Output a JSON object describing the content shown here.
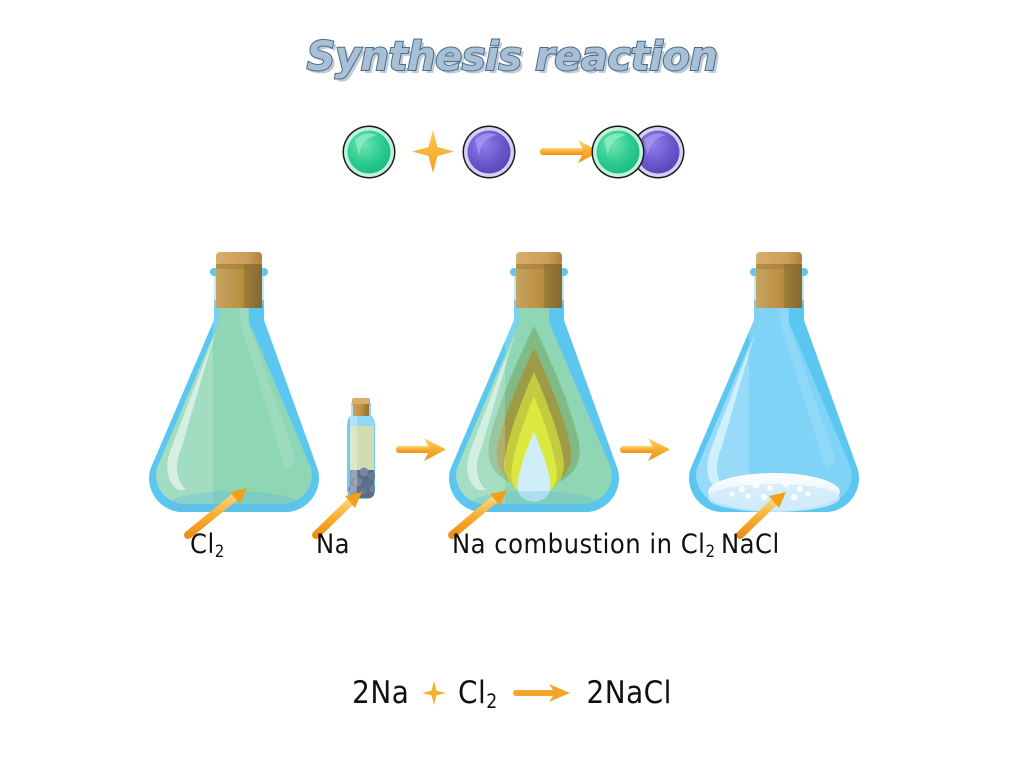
{
  "title": "Synthesis reaction",
  "molecule_diagram": {
    "reactant_a": {
      "name": "green-atom",
      "color": "#2ecc8f"
    },
    "operator": {
      "name": "plus-star",
      "color": "#f5b325"
    },
    "reactant_b": {
      "name": "purple-atom",
      "color": "#6a5acd"
    },
    "arrow": {
      "name": "reaction-arrow",
      "color": "#f6a12a"
    },
    "product": {
      "name": "diatomic-molecule"
    }
  },
  "apparatus": [
    {
      "id": "flask-cl2",
      "label": "Cl",
      "label_sub": "2",
      "kind": "erlenmeyer-flask",
      "contents": "chlorine-gas",
      "glass_color": "#5bc7f0",
      "fill_color": "#8fd6b4"
    },
    {
      "id": "bottle-na",
      "label": "Na",
      "label_sub": "",
      "kind": "reagent-bottle",
      "contents": "sodium-metal",
      "glass_color": "#6fcdf2",
      "fill_color": "#cfddb0"
    },
    {
      "id": "flask-combustion",
      "label": "Na combustion in Cl",
      "label_sub": "2",
      "kind": "erlenmeyer-flask",
      "contents": "burning-flame",
      "glass_color": "#5bc7f0",
      "fill_color": "#8fd6b4"
    },
    {
      "id": "flask-nacl",
      "label": "NaCl",
      "label_sub": "",
      "kind": "erlenmeyer-flask",
      "contents": "salt-crystals",
      "glass_color": "#6ecbf5",
      "fill_color": "#7fd3f7"
    }
  ],
  "process_arrows": [
    {
      "name": "arrow-na-to-combustion",
      "color": "#f6a12a"
    },
    {
      "name": "arrow-combustion-to-nacl",
      "color": "#f6a12a"
    }
  ],
  "equation": {
    "coeff_na": "2Na",
    "sub_na": "",
    "reagent_cl": "Cl",
    "sub_cl": "2",
    "product": "2NaCl",
    "product_sub": ""
  },
  "colors": {
    "title_fill": "#a8c0d6",
    "title_outline": "#4a6b8a",
    "accent_orange": "#f6a12a",
    "glass_blue": "#5bc7f0",
    "cork_brown": "#c49a5a",
    "sodium_gray": "#5b6b86",
    "flame_yellow": "#d8e442"
  }
}
